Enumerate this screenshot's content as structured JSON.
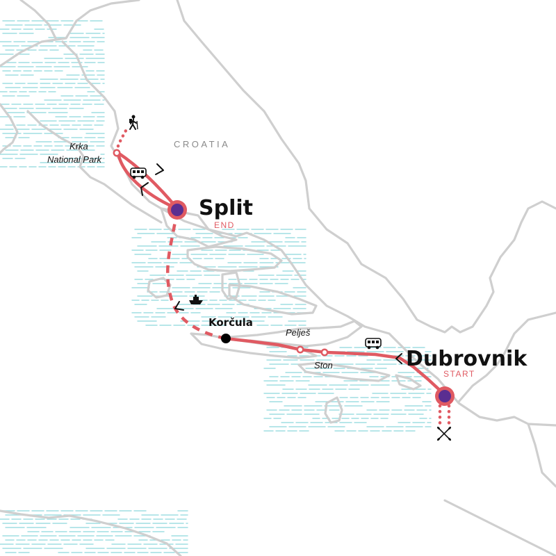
{
  "map": {
    "country_label": "CROATIA",
    "cities": {
      "split": {
        "name": "Split",
        "tag": "END"
      },
      "dubrovnik": {
        "name": "Dubrovnik",
        "tag": "START"
      },
      "korcula": {
        "name": "Korčula"
      }
    },
    "places": {
      "krka_line1": "Krka",
      "krka_line2": "National Park",
      "peljes": "Pelješ",
      "ston": "Ston"
    },
    "colors": {
      "route": "#e05a62",
      "city_marker_fill": "#5a2e91",
      "coastline": "#cfcfcf",
      "water_hatch": "#9fdde2",
      "tag_text": "#e05a62"
    },
    "icons": [
      "hiker-icon",
      "bus-icon",
      "boat-icon",
      "kayak-paddles-icon"
    ]
  }
}
